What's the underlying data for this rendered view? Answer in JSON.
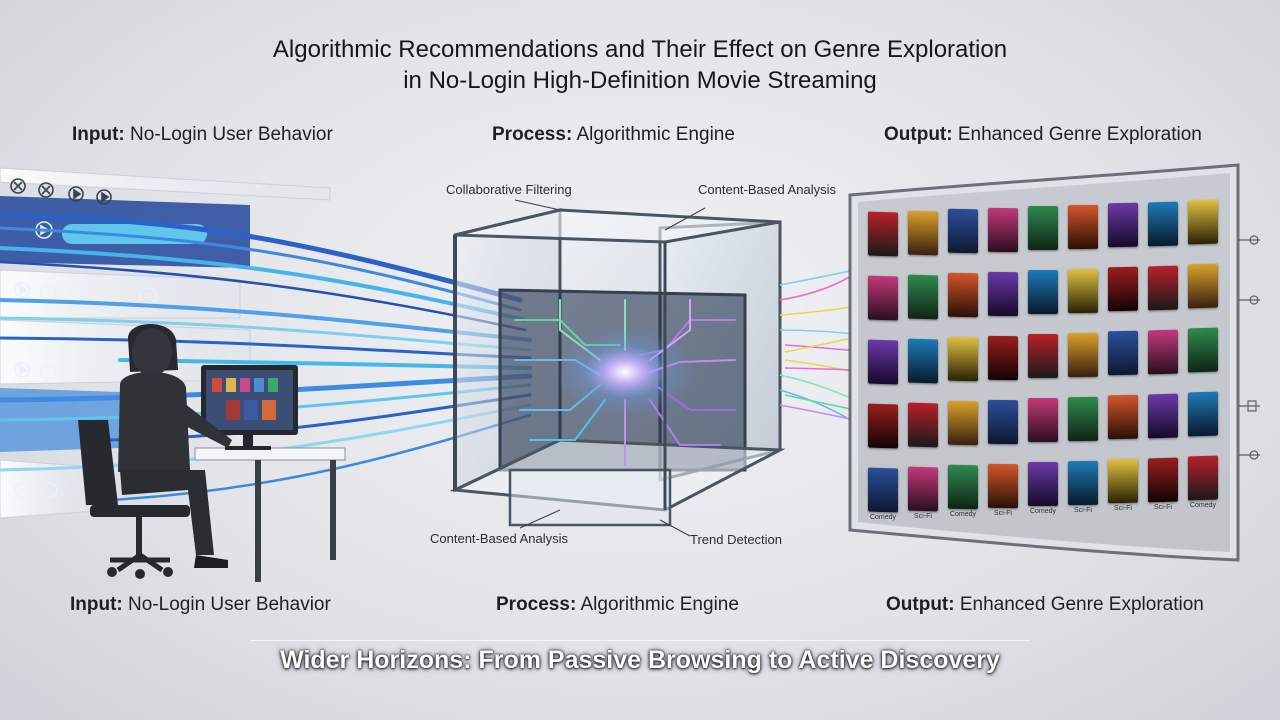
{
  "title": {
    "line1": "Algorithmic Recommendations and Their Effect on Genre Exploration",
    "line2": "in No-Login High-Definition Movie Streaming"
  },
  "top_labels": {
    "input": {
      "bold": "Input:",
      "rest": " No-Login User Behavior"
    },
    "process": {
      "bold": "Process:",
      "rest": " Algorithmic Engine"
    },
    "output": {
      "bold": "Output:",
      "rest": " Enhanced Genre Exploration"
    }
  },
  "bottom_labels": {
    "input": {
      "bold": "Input:",
      "rest": " No-Login User Behavior"
    },
    "process": {
      "bold": "Process:",
      "rest": " Algorithmic Engine"
    },
    "output": {
      "bold": "Output:",
      "rest": " Enhanced Genre Exploration"
    }
  },
  "engine_labels": {
    "top_left": "Collaborative Filtering",
    "top_right": "Content-Based Analysis",
    "bottom_left": "Content-Based Analysis",
    "bottom_right": "Trend Detection"
  },
  "poster_captions": [
    "Comedy",
    "Sci-Fi",
    "Comedy",
    "Sci-Fi",
    "Comedy",
    "Sci-Fi",
    "Sci-Fi",
    "Sci-Fi",
    "Comedy"
  ],
  "footer": "Wider Horizons: From Passive Browsing to Active Discovery",
  "colors": {
    "stream_blue": "#2f78d8",
    "stream_cyan": "#39c3e6",
    "core_purple": "#a56ee8",
    "core_green": "#57d69a",
    "line_pink": "#e96ad0",
    "line_yellow": "#e9d84b"
  }
}
